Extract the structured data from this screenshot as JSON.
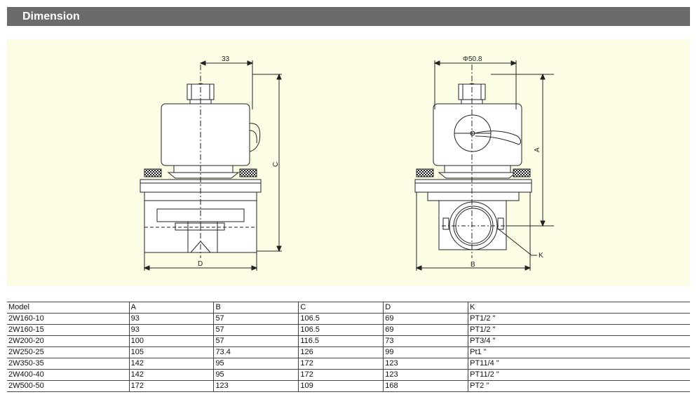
{
  "header": {
    "title": "Dimension"
  },
  "drawing": {
    "left_view": {
      "dim_top": "33",
      "dim_side": "C",
      "dim_bottom": "D"
    },
    "right_view": {
      "dim_top": "Φ50.8",
      "dim_side": "A",
      "dim_bottom": "B",
      "dim_port": "K"
    }
  },
  "table": {
    "columns": [
      "Model",
      "A",
      "B",
      "C",
      "D",
      "K"
    ],
    "rows": [
      [
        "2W160-10",
        "93",
        "57",
        "106.5",
        "69",
        "PT1/2 \""
      ],
      [
        "2W160-15",
        "93",
        "57",
        "106.5",
        "69",
        "PT1/2 \""
      ],
      [
        "2W200-20",
        "100",
        "57",
        "116.5",
        "73",
        "PT3/4 \""
      ],
      [
        "2W250-25",
        "105",
        "73.4",
        "126",
        "99",
        "Pt1 \""
      ],
      [
        "2W350-35",
        "142",
        "95",
        "172",
        "123",
        "PT11/4 \""
      ],
      [
        "2W400-40",
        "142",
        "95",
        "172",
        "123",
        "PT11/2 \""
      ],
      [
        "2W500-50",
        "172",
        "123",
        "109",
        "168",
        "PT2 \""
      ]
    ]
  }
}
